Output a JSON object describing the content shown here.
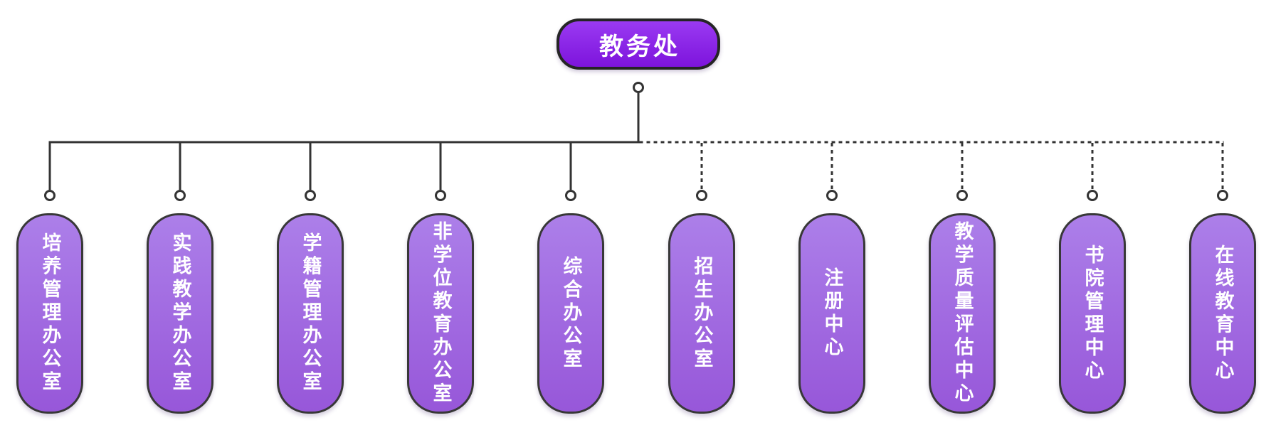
{
  "diagram": {
    "type": "org-chart",
    "root": {
      "label": "教务处"
    },
    "children": [
      {
        "label": "培养管理办公室",
        "link_style": "solid"
      },
      {
        "label": "实践教学办公室",
        "link_style": "solid"
      },
      {
        "label": "学籍管理办公室",
        "link_style": "solid"
      },
      {
        "label": "非学位教育办公室",
        "link_style": "solid"
      },
      {
        "label": "综合办公室",
        "link_style": "solid"
      },
      {
        "label": "招生办公室",
        "link_style": "dotted"
      },
      {
        "label": "注册中心",
        "link_style": "dotted"
      },
      {
        "label": "教学质量评估中心",
        "link_style": "dotted"
      },
      {
        "label": "书院管理中心",
        "link_style": "dotted"
      },
      {
        "label": "在线教育中心",
        "link_style": "dotted"
      }
    ],
    "colors": {
      "root_gradient_top": "#9a3af2",
      "root_gradient_bottom": "#7d14dc",
      "child_gradient_top": "#ac7fe9",
      "child_gradient_bottom": "#9757d9",
      "node_border": "#383838",
      "connector_line": "#333333",
      "port_fill": "#ffffff",
      "label_text": "#ffffff",
      "background": "#ffffff"
    }
  }
}
